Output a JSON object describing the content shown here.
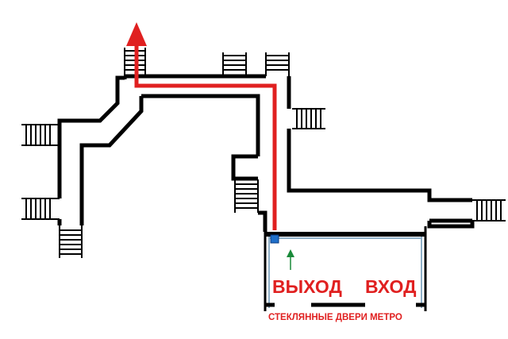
{
  "labels": {
    "exit": "ВЫХОД",
    "entry": "ВХОД",
    "doors": "СТЕКЛЯННЫЕ ДВЕРИ МЕТРО"
  },
  "colors": {
    "walls": "#000000",
    "route": "#e02020",
    "label_text": "#e02020",
    "you_are_here": "#1f6fc9",
    "entry_arrow": "#1a8a3a",
    "glass_doors": "#8fb0c8"
  },
  "icons": {
    "route": "red-route-arrow",
    "marker": "you-are-here-square",
    "entry": "green-up-arrow",
    "stairs": "staircase"
  }
}
